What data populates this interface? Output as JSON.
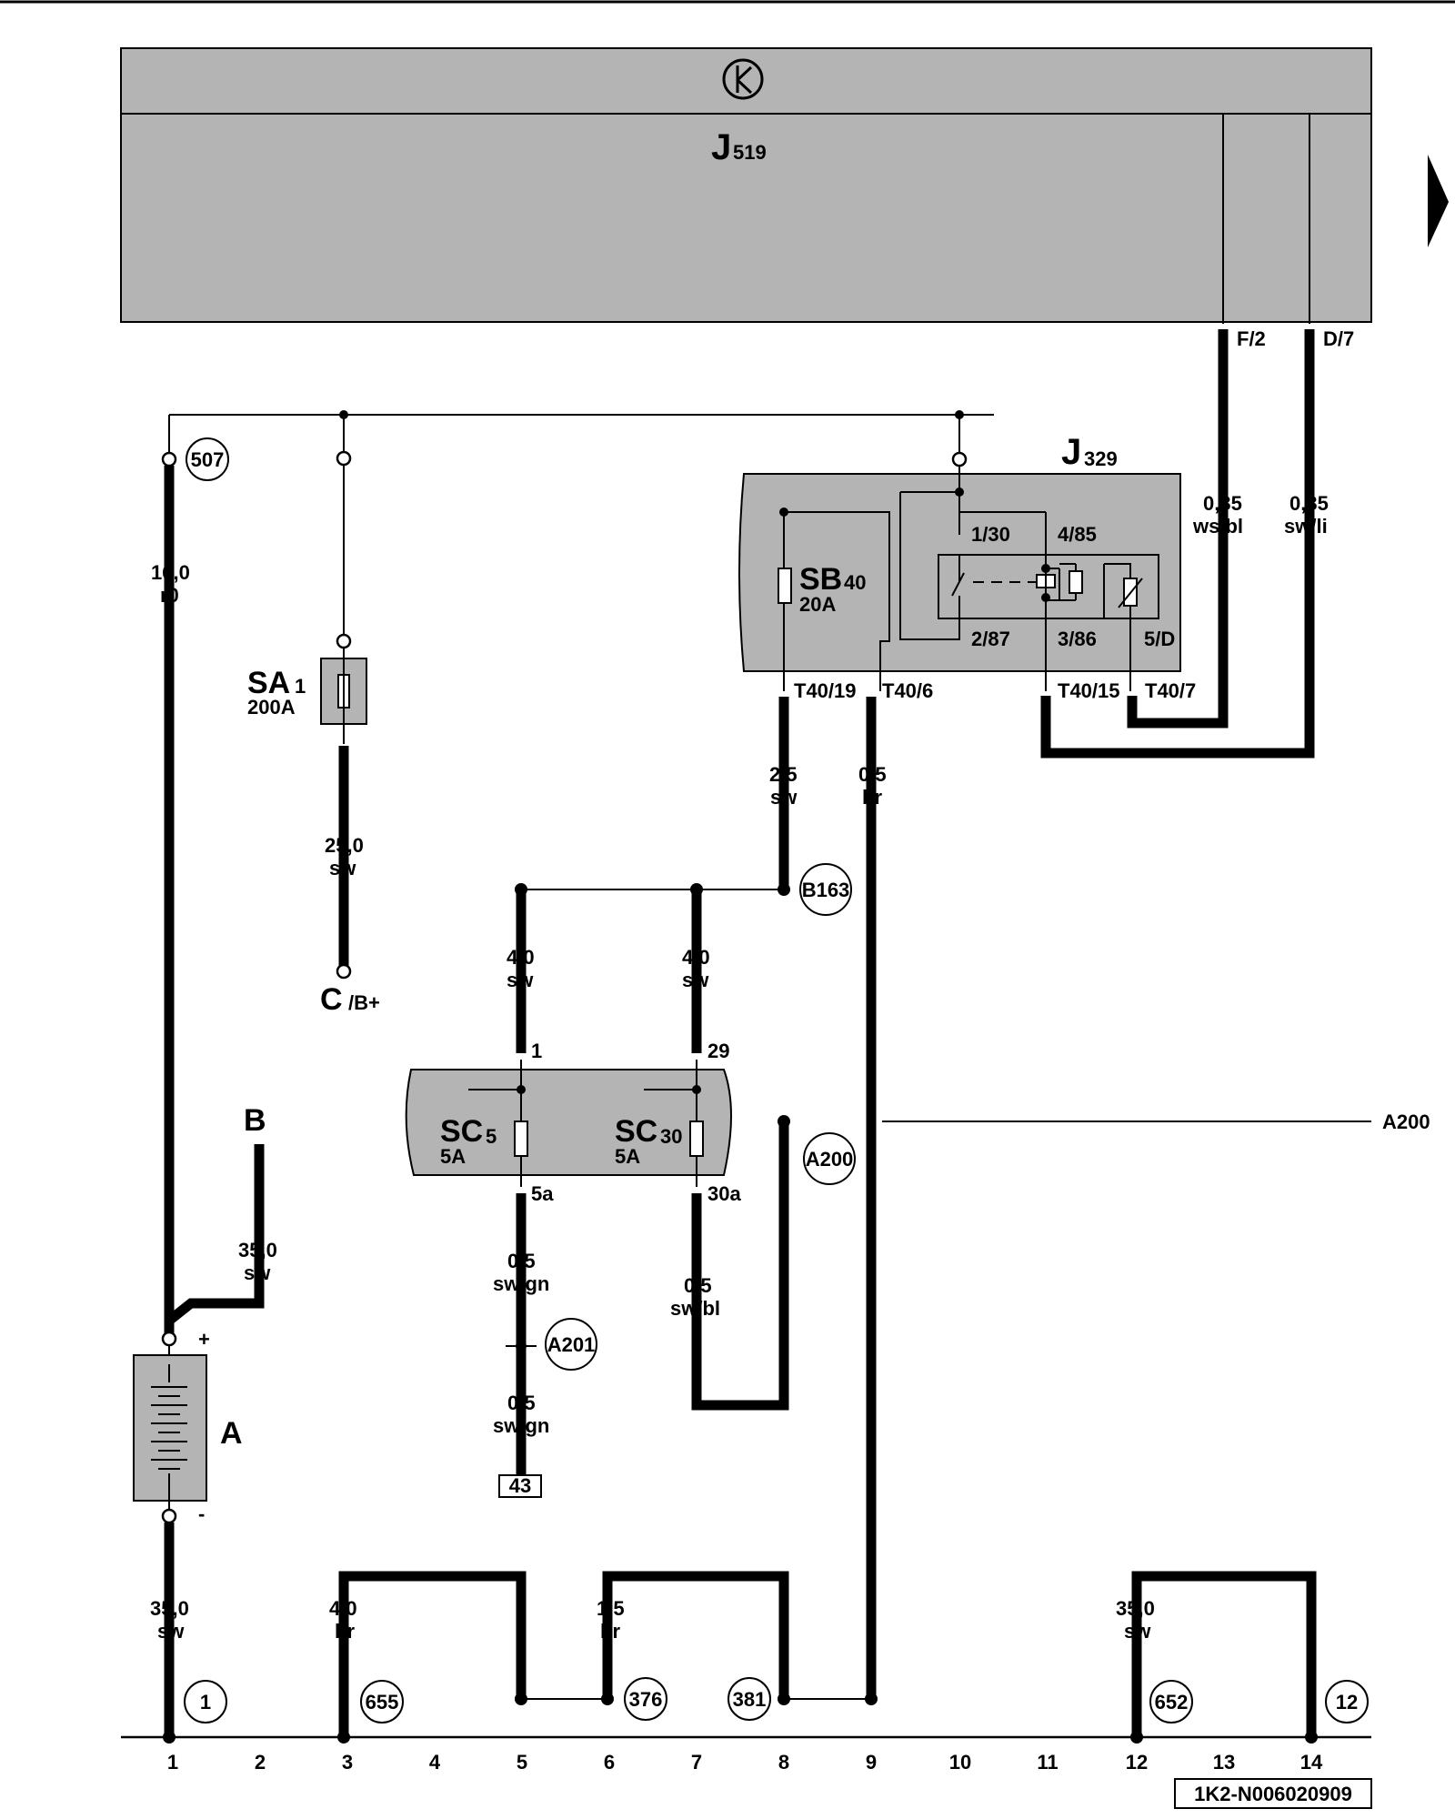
{
  "ecu": {
    "label": "J",
    "sub": "519"
  },
  "relay_box": {
    "label": "J",
    "sub": "329"
  },
  "fuse_sb": {
    "label": "SB",
    "sub": "40",
    "rating": "20A"
  },
  "fuse_sa": {
    "label": "SA",
    "sub": "1",
    "rating": "200A"
  },
  "fuse_sc5": {
    "label": "SC",
    "sub": "5",
    "rating": "5A"
  },
  "fuse_sc30": {
    "label": "SC",
    "sub": "30",
    "rating": "5A"
  },
  "battery": {
    "label": "A",
    "plus": "+",
    "minus": "-"
  },
  "terminal_b": "B",
  "terminal_c": {
    "label": "C",
    "sub": "/B+"
  },
  "pins": {
    "f2": "F/2",
    "d7": "D/7",
    "p130": "1/30",
    "p485": "4/85",
    "p287": "2/87",
    "p386": "3/86",
    "p5d": "5/D",
    "t4019": "T40/19",
    "t406": "T40/6",
    "t4015": "T40/15",
    "t407": "T40/7",
    "sc_in1": "1",
    "sc_in29": "29",
    "sc_out5a": "5a",
    "sc_out30a": "30a"
  },
  "wires": {
    "w_r0": [
      "16,0",
      "r0"
    ],
    "w_sa": [
      "25,0",
      "sw"
    ],
    "w_f2": [
      "0,35",
      "ws/bl"
    ],
    "w_d7": [
      "0,35",
      "sw/li"
    ],
    "w_t4019": [
      "2,5",
      "sw"
    ],
    "w_t406": [
      "0,5",
      "br"
    ],
    "w_sc1": [
      "4,0",
      "sw"
    ],
    "w_sc29": [
      "4,0",
      "sw"
    ],
    "w_5a": [
      "0,5",
      "sw/gn"
    ],
    "w_5a2": [
      "0,5",
      "sw/gn"
    ],
    "w_30a": [
      "0,5",
      "sw/bl"
    ],
    "w_b": [
      "35,0",
      "sw"
    ],
    "w_bat": [
      "35,0",
      "sw"
    ],
    "w_g3": [
      "4,0",
      "br"
    ],
    "w_g6": [
      "1,5",
      "br"
    ],
    "w_g12": [
      "35,0",
      "sw"
    ]
  },
  "connectors": {
    "c507": "507",
    "b163": "B163",
    "a200": "A200",
    "a201": "A201",
    "c1": "1",
    "c655": "655",
    "c376": "376",
    "c381": "381",
    "c652": "652",
    "c12": "12"
  },
  "a200_line_label": "A200",
  "box43": "43",
  "ruler": [
    "1",
    "2",
    "3",
    "4",
    "5",
    "6",
    "7",
    "8",
    "9",
    "10",
    "11",
    "12",
    "13",
    "14"
  ],
  "diagram_id": "1K2-N006020909"
}
